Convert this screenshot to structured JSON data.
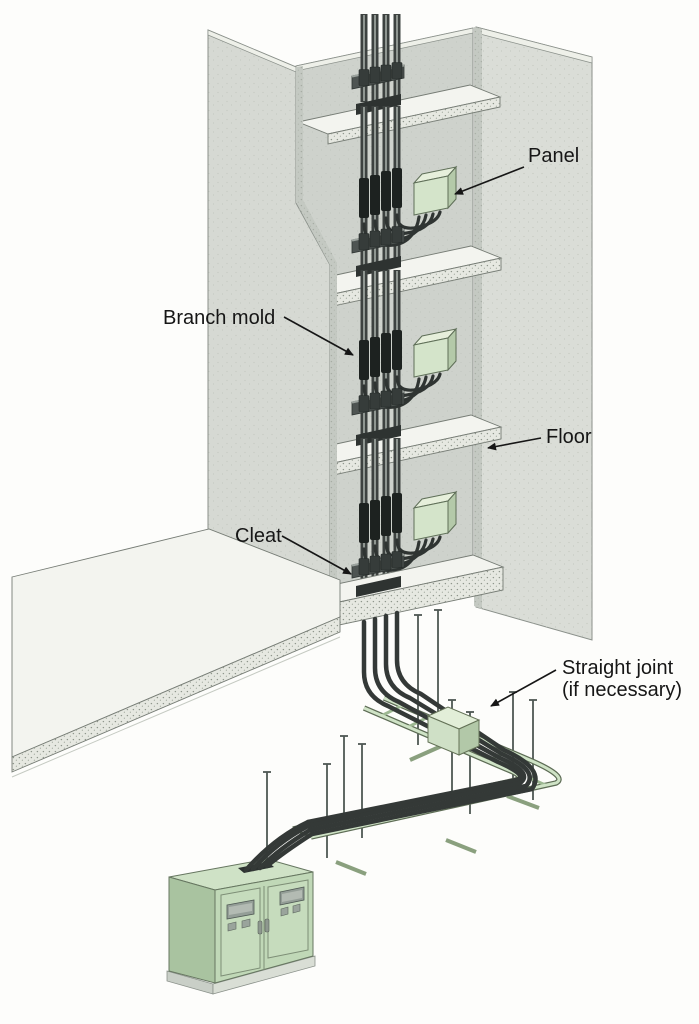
{
  "labels": {
    "panel": "Panel",
    "branch_mold": "Branch mold",
    "floor": "Floor",
    "cleat": "Cleat",
    "straight_joint": "Straight joint",
    "straight_joint_note": "(if necessary)"
  },
  "colors": {
    "background": "#fdfdfb",
    "wall_left": "#d6d9d3",
    "wall_back": "#ced2cc",
    "wall_right": "#daddd7",
    "wall_reveal": "#c4c9c2",
    "slab_surface": "#f3f4ef",
    "slab_edge": "#e6e8e1",
    "cable_dark": "#3d4240",
    "branch_mold_black": "#1d2220",
    "cleat_gray": "#4e5452",
    "panel_green": "#d4e4ca",
    "tray_green": "#cfe3c6",
    "cabinet_green": "#c0d8b7",
    "label_text": "#161616"
  }
}
